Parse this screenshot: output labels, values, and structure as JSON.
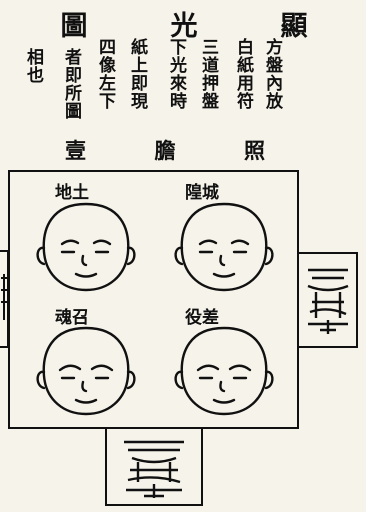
{
  "title": [
    "圖",
    "光",
    "顯"
  ],
  "text_columns": [
    "方盤內放",
    "白紙用符",
    "三道押盤",
    "下光來時",
    "紙上即現",
    "四像左下",
    "者即所圖",
    "相也"
  ],
  "subtitle": [
    "壹",
    "膽",
    "照"
  ],
  "faces": [
    {
      "label": "地土",
      "position": "top-left"
    },
    {
      "label": "隍城",
      "position": "top-right"
    },
    {
      "label": "魂召",
      "position": "bottom-left"
    },
    {
      "label": "役差",
      "position": "bottom-right"
    }
  ]
}
